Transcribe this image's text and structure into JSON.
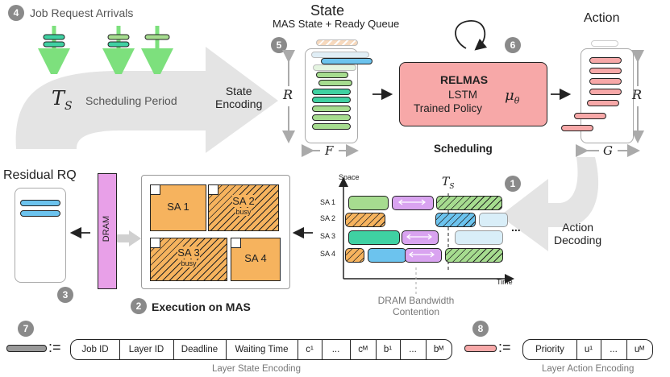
{
  "labels": {
    "job_request": "Job Request Arrivals",
    "state_title": "State",
    "state_subtitle": "MAS State + Ready Queue",
    "action_title": "Action",
    "ts": "T",
    "ts_sub": "S",
    "scheduling_period": "Scheduling Period",
    "state_encoding_1": "State",
    "state_encoding_2": "Encoding",
    "r_label": "R",
    "f_label": "F",
    "g_label": "G",
    "relmas": "RELMAS",
    "lstm": "LSTM",
    "trained_policy": "Trained Policy",
    "mu": "μ",
    "mu_sub": "θ",
    "scheduling": "Scheduling",
    "residual_rq": "Residual RQ",
    "dram": "DRAM",
    "execution": "Execution on MAS",
    "space": "Space",
    "time": "Time",
    "dram_bw_1": "DRAM Bandwidth",
    "dram_bw_2": "Contention",
    "action_decoding_1": "Action",
    "action_decoding_2": "Decoding",
    "ellipsis": "...",
    "layer_state_encoding": "Layer State Encoding",
    "layer_action_encoding": "Layer Action Encoding",
    "defines": ":="
  },
  "steps": [
    "4",
    "5",
    "6",
    "1",
    "2",
    "3",
    "7",
    "8"
  ],
  "accelerators": [
    {
      "name": "SA 1",
      "status": ""
    },
    {
      "name": "SA 2",
      "status": "busy"
    },
    {
      "name": "SA 3",
      "status": "busy"
    },
    {
      "name": "SA 4",
      "status": ""
    }
  ],
  "timeline_rows": [
    "SA 1",
    "SA 2",
    "SA 3",
    "SA 4"
  ],
  "state_fields": [
    "Job ID",
    "Layer ID",
    "Deadline",
    "Waiting Time",
    "c¹",
    "...",
    "cᴹ",
    "b¹",
    "...",
    "bᴹ"
  ],
  "action_fields": [
    "Priority",
    "u¹",
    "...",
    "uᴹ"
  ],
  "colors": {
    "green": "#a6dc8f",
    "teal": "#3fd1a2",
    "blue": "#6cc3ee",
    "orange": "#f6b35e",
    "pink": "#f7a8a8",
    "dram": "#e8a0e8",
    "purple": "#d9a3f0",
    "arrow_gray": "#d9d9d9"
  }
}
